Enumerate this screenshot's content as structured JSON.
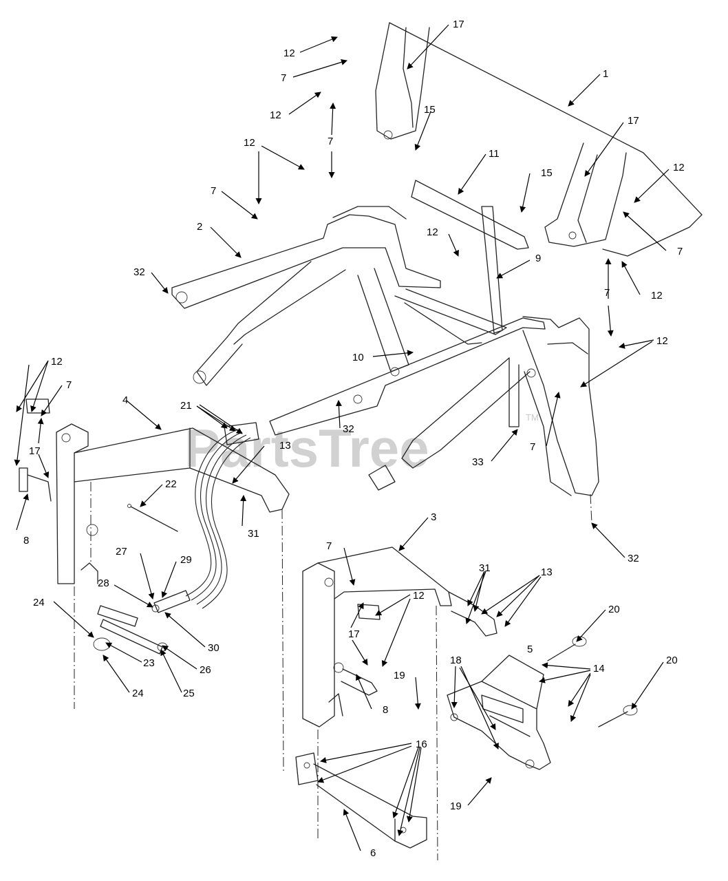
{
  "watermark": {
    "brand": "PartsTree",
    "trademark": "TM"
  },
  "callouts": {
    "c1": "1",
    "c2": "2",
    "c3": "3",
    "c4": "4",
    "c5": "5",
    "c6": "6",
    "c7": "7",
    "c8": "8",
    "c9": "9",
    "c10": "10",
    "c11": "11",
    "c12": "12",
    "c13": "13",
    "c14": "14",
    "c15": "15",
    "c16": "16",
    "c17": "17",
    "c18": "18",
    "c19": "19",
    "c20": "20",
    "c21": "21",
    "c22": "22",
    "c23": "23",
    "c24": "24",
    "c25": "25",
    "c26": "26",
    "c27": "27",
    "c28": "28",
    "c29": "29",
    "c30": "30",
    "c31": "31",
    "c32": "32",
    "c33": "33"
  }
}
